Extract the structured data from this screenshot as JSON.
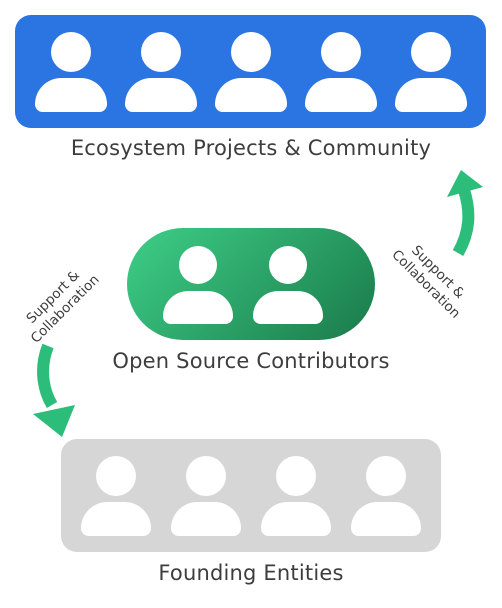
{
  "groups": {
    "ecosystem": {
      "label": "Ecosystem Projects & Community",
      "people": 5,
      "color": "#2b75e2"
    },
    "contributors": {
      "label": "Open Source Contributors",
      "people": 2,
      "gradient_start": "#3ecf88",
      "gradient_end": "#1a7a4a"
    },
    "founding": {
      "label": "Founding Entities",
      "people": 4,
      "color": "#d6d6d6"
    }
  },
  "arrows": {
    "left": {
      "label_line1": "Support &",
      "label_line2": "Collaboration"
    },
    "right": {
      "label_line1": "Support &",
      "label_line2": "Collaboration"
    },
    "color": "#2dbd7a"
  },
  "icons": {
    "person": "person-icon",
    "arrow": "curved-arrow-icon"
  }
}
